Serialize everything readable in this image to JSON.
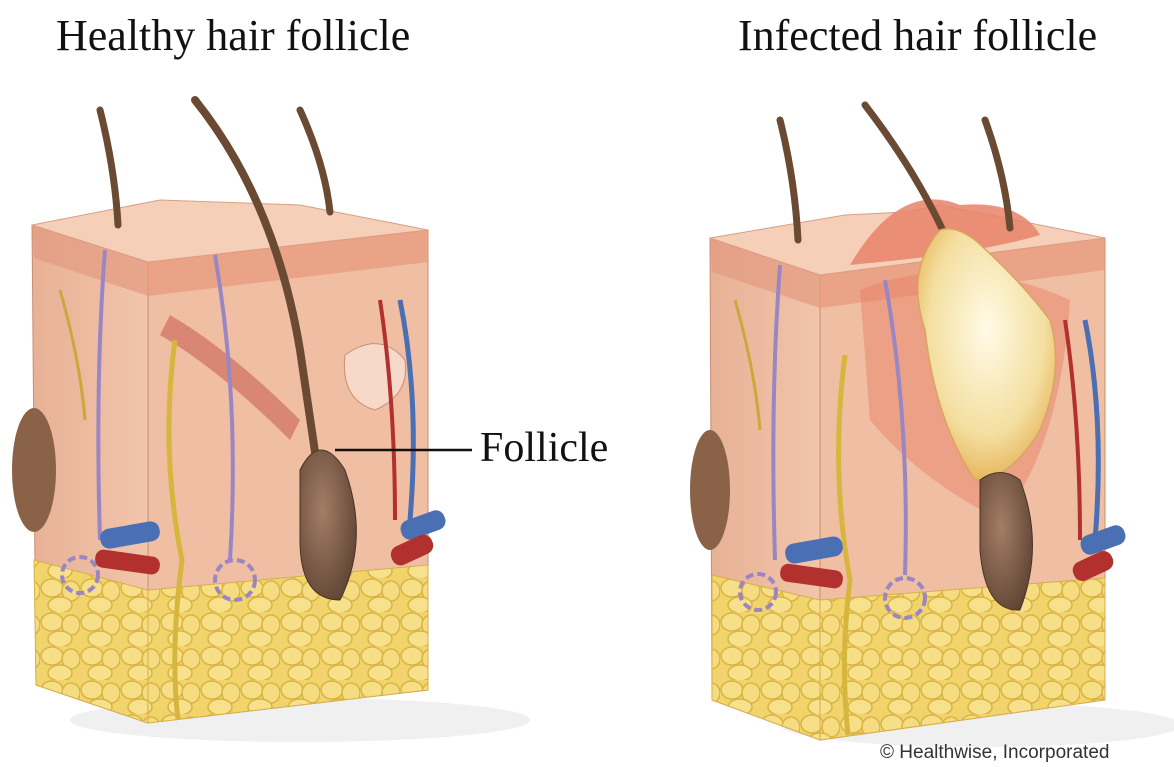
{
  "titles": {
    "healthy": "Healthy hair follicle",
    "infected": "Infected hair follicle"
  },
  "labels": {
    "follicle": "Follicle"
  },
  "credit": "© Healthwise, Incorporated",
  "colors": {
    "skin_top": "#f2c8ad",
    "skin_side": "#e9a88a",
    "dermis": "#f0bfa3",
    "fat": "#f0d26a",
    "fat_cell": "#e9c650",
    "hair": "#6b4a33",
    "bulb": "#7b5a46",
    "vein": "#4b6fb3",
    "artery": "#b2302e",
    "nerve": "#c9a93a",
    "gland": "#9b86c4",
    "pus": "#f6e8b8",
    "inflamed": "#e8826a"
  }
}
